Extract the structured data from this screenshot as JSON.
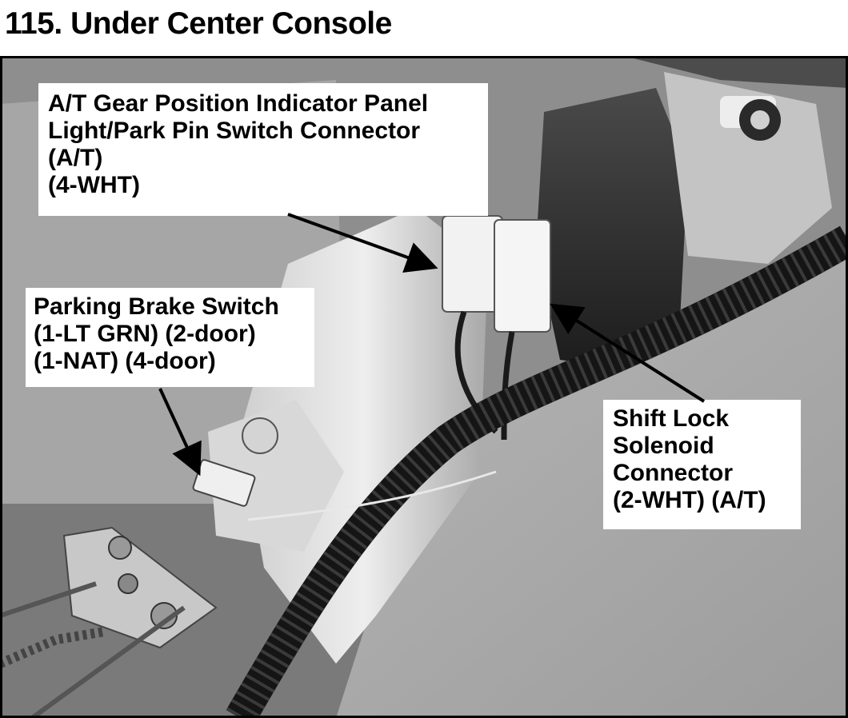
{
  "title": "115. Under Center Console",
  "callouts": [
    {
      "lines": [
        "A/T Gear Position Indicator Panel",
        "Light/Park Pin Switch Connector",
        "(A/T)",
        "(4-WHT)"
      ]
    },
    {
      "lines": [
        "Parking Brake Switch",
        "(1-LT GRN) (2-door)",
        "(1-NAT) (4-door)"
      ]
    },
    {
      "lines": [
        "Shift Lock",
        "Solenoid",
        "Connector",
        "(2-WHT) (A/T)"
      ]
    }
  ],
  "colors": {
    "background": "#ffffff",
    "photo_frame": "#000000",
    "text": "#000000"
  }
}
